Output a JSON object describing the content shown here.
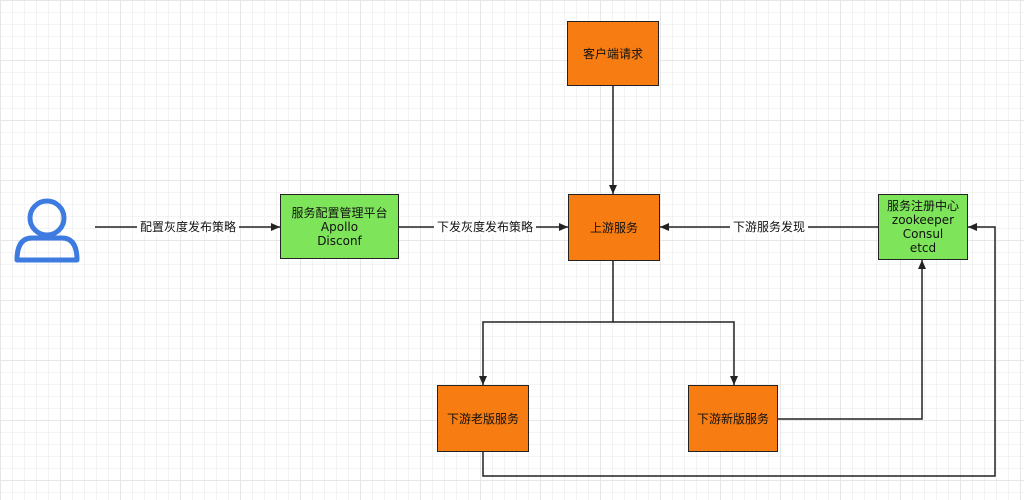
{
  "nodes": {
    "client_request": "客户端请求",
    "config_platform": {
      "title": "服务配置管理平台",
      "line2": "Apollo",
      "line3": "Disconf"
    },
    "upstream_service": "上游服务",
    "registry": {
      "title": "服务注册中心",
      "line2": "zookeeper",
      "line3": "Consul",
      "line4": "etcd"
    },
    "downstream_old": "下游老版服务",
    "downstream_new": "下游新版服务"
  },
  "edges": {
    "user_to_platform": "配置灰度发布策略",
    "platform_to_upstream": "下发灰度发布策略",
    "registry_to_upstream": "下游服务发现"
  },
  "colors": {
    "service_node": "#f77d12",
    "platform_node": "#7ee55b",
    "user_icon": "#3d7be0",
    "line": "#222222"
  }
}
